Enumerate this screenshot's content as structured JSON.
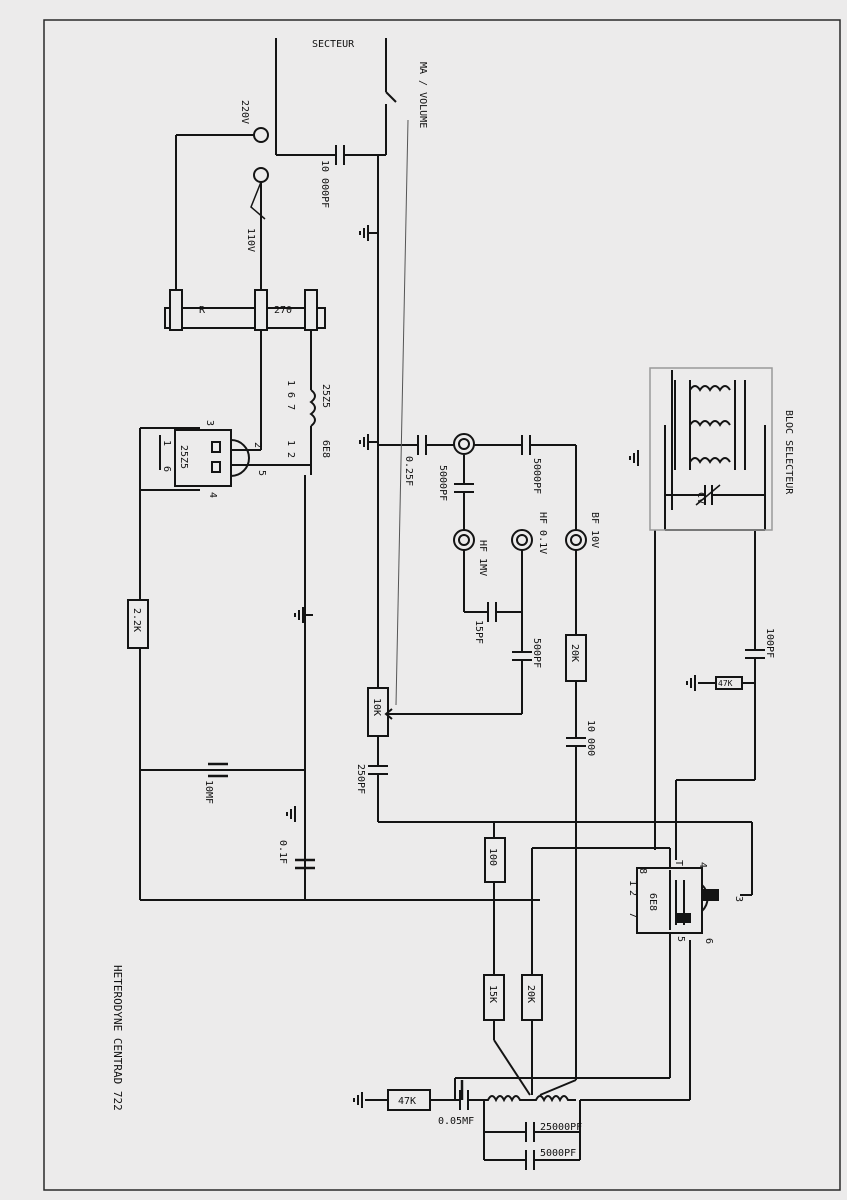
{
  "title": "HETERODYNE CENTRAD 722",
  "mains_label": "SECTEUR",
  "switch_label": "MA / VOLUME",
  "tap_220": "220V",
  "tap_110": "110V",
  "cap_mains": "10 000PF",
  "resistor_r": "R",
  "resistor_270": "270",
  "tube_25z5": "25Z5",
  "tube_6e8": "6E8",
  "heater_pins_25z5": "1  6  7",
  "heater_pins_6e8": "1  2",
  "rect_pin_1": "1",
  "rect_pin_2": "2",
  "rect_pin_3": "3",
  "rect_pin_4": "4",
  "rect_pin_5": "5",
  "rect_pin_6": "6",
  "res_2k2": "2.2K",
  "cap_10mf": "10MF",
  "cap_01f": "0.1F",
  "cap_025f": "0.25F",
  "cap_5000pf_a": "5000PF",
  "cap_5000pf_b": "5000PF",
  "jack_hf_1mv": "HF 1MV",
  "jack_hf_01v": "HF 0.1V",
  "jack_bf_10v": "BF 10V",
  "cap_15pf": "15PF",
  "cap_500pf": "500PF",
  "res_20k_top": "20K",
  "pot_10k": "10K",
  "cap_10000": "10 000",
  "cap_250pf": "250PF",
  "res_100": "100",
  "res_15k": "15K",
  "res_20k_bottom": "20K",
  "res_47k_bottom": "47K",
  "cap_005mf": "0.05MF",
  "cap_25000pf": "25000PF",
  "cap_5000pf_c": "5000PF",
  "bloc_selecteur": "BLOC SELECTEUR",
  "cv_label": "CV",
  "cap_100pf": "100PF",
  "res_47k_top": "47K",
  "osc_tube_label": "6E8",
  "osc_pin_8": "8",
  "osc_pin_T": "T",
  "osc_pin_4": "4",
  "osc_pin_3": "3",
  "osc_pin_2": "2",
  "osc_pin_1": "1",
  "osc_pin_7": "7",
  "osc_pin_5": "5",
  "osc_pin_6": "6",
  "colors": {
    "ink": "#141414",
    "paper": "#ecebeb",
    "frame": "#2a2a2a"
  }
}
